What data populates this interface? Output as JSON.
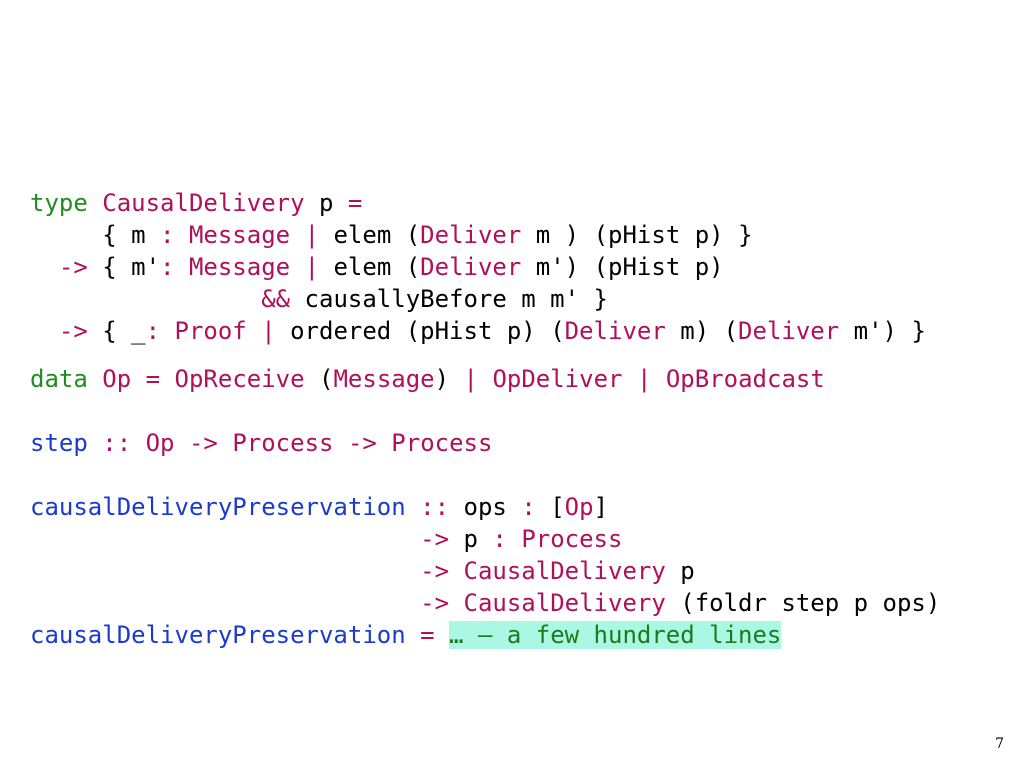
{
  "slide": {
    "page_number": "7",
    "type_block": {
      "l1_kw": "type",
      "l1_name": "CausalDelivery",
      "l1_rest": " p ",
      "l1_eq": "=",
      "l2_open": "     { m ",
      "l2_colon": ":",
      "l2_type": "Message",
      "l2_bar": "|",
      "l2_mid": " elem (",
      "l2_ctor": "Deliver",
      "l2_end": " m ) (pHist p) }",
      "l3_arrow": "  ->",
      "l3_open": " { m'",
      "l3_colon": ":",
      "l3_type": "Message",
      "l3_bar": "|",
      "l3_mid": " elem (",
      "l3_ctor": "Deliver",
      "l3_end": " m') (pHist p)",
      "l4_indent": "                ",
      "l4_and": "&&",
      "l4_end": " causallyBefore m m' }",
      "l5_arrow": "  ->",
      "l5_open": " { _",
      "l5_colon": ":",
      "l5_type": "Proof",
      "l5_bar": "|",
      "l5_mid": " ordered (pHist p) (",
      "l5_ctor1": "Deliver",
      "l5_mid2": " m) (",
      "l5_ctor2": "Deliver",
      "l5_end": " m') }"
    },
    "data_block": {
      "kw": "data",
      "name": "Op",
      "eq": "=",
      "c1": "OpReceive",
      "c1_arg": "Message",
      "bar1": "|",
      "c2": "OpDeliver",
      "bar2": "|",
      "c3": "OpBroadcast"
    },
    "step_block": {
      "name": "step",
      "dc": "::",
      "t1": "Op",
      "a1": "->",
      "t2": "Process",
      "a2": "->",
      "t3": "Process"
    },
    "pres_block": {
      "name": "causalDeliveryPreservation",
      "dc": "::",
      "l1_ops": "ops",
      "l1_colon": ":",
      "l1_type": "Op",
      "l2_indent": "                           ",
      "l2_arrow": "->",
      "l2_p": "p",
      "l2_colon": ":",
      "l2_type": "Process",
      "l3_arrow": "->",
      "l3_type": "CausalDelivery",
      "l3_rest": " p",
      "l4_arrow": "->",
      "l4_type": "CausalDelivery",
      "l4_rest": " (foldr step p ops)",
      "def_name": "causalDeliveryPreservation",
      "def_eq": "=",
      "def_body": "… – a few hundred lines"
    }
  }
}
